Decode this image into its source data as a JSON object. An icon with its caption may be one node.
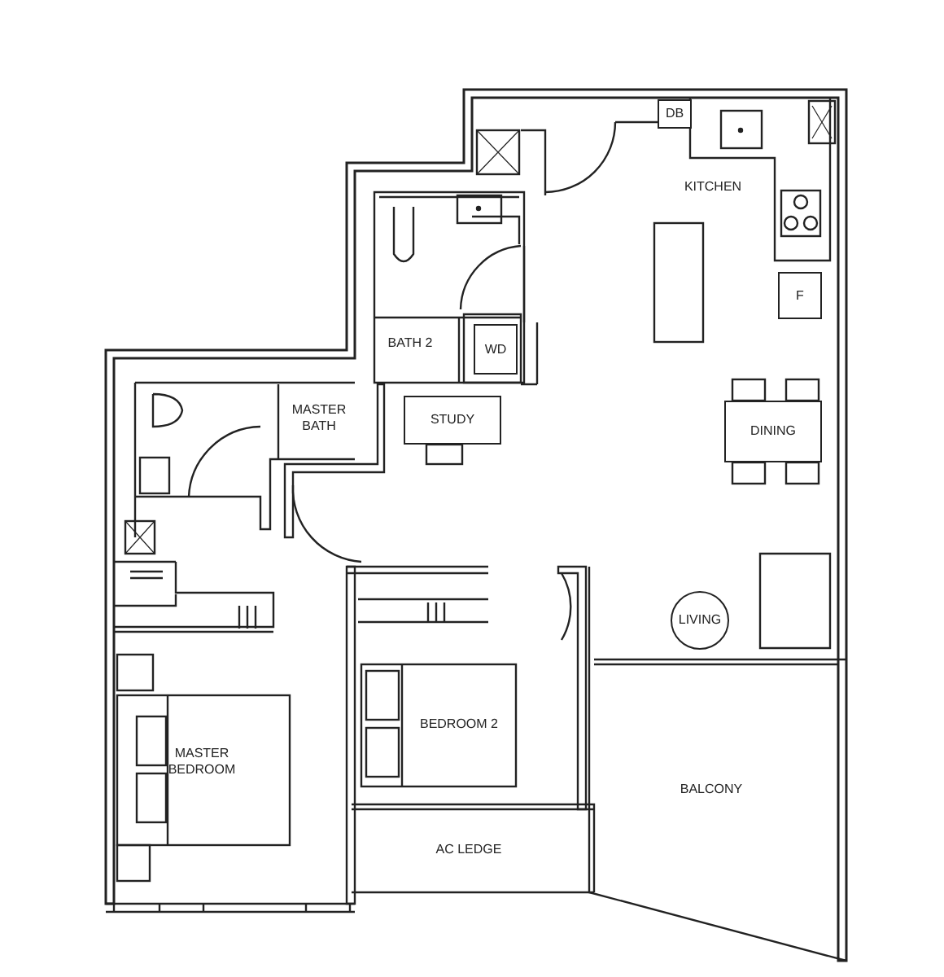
{
  "diagram": {
    "nodes": [
      {
        "text": [
          "DB"
        ]
      },
      {
        "text": [
          "WD"
        ]
      },
      {
        "text": [
          "F"
        ]
      },
      {
        "text": [
          "STUDY"
        ]
      },
      {
        "text": [
          "DINING"
        ]
      },
      {
        "text": [
          "LIVING"
        ]
      }
    ],
    "labels": [
      "KITCHEN",
      "BATH 2",
      "MASTER BATH",
      "BEDROOM 2",
      "MASTER BEDROOM",
      "BALCONY",
      "AC LEDGE"
    ]
  }
}
